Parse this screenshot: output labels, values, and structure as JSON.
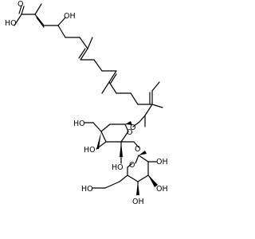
{
  "labels": {
    "acid_oh": "HO",
    "acid_o": "O",
    "oh_top": "OH",
    "glc_ch2oh": "HO",
    "ring_o1": "O",
    "glycosidic_o1": "O",
    "glc_oh_left": "HO",
    "glc_oh_bottom": "HO",
    "glycosidic_o2": "O",
    "ring_o2": "O",
    "gal_oh_right_top": "OH",
    "gal_oh_right_mid": "OH",
    "gal_oh_right_bottom": "OH",
    "gal_ch2oh": "HO"
  }
}
